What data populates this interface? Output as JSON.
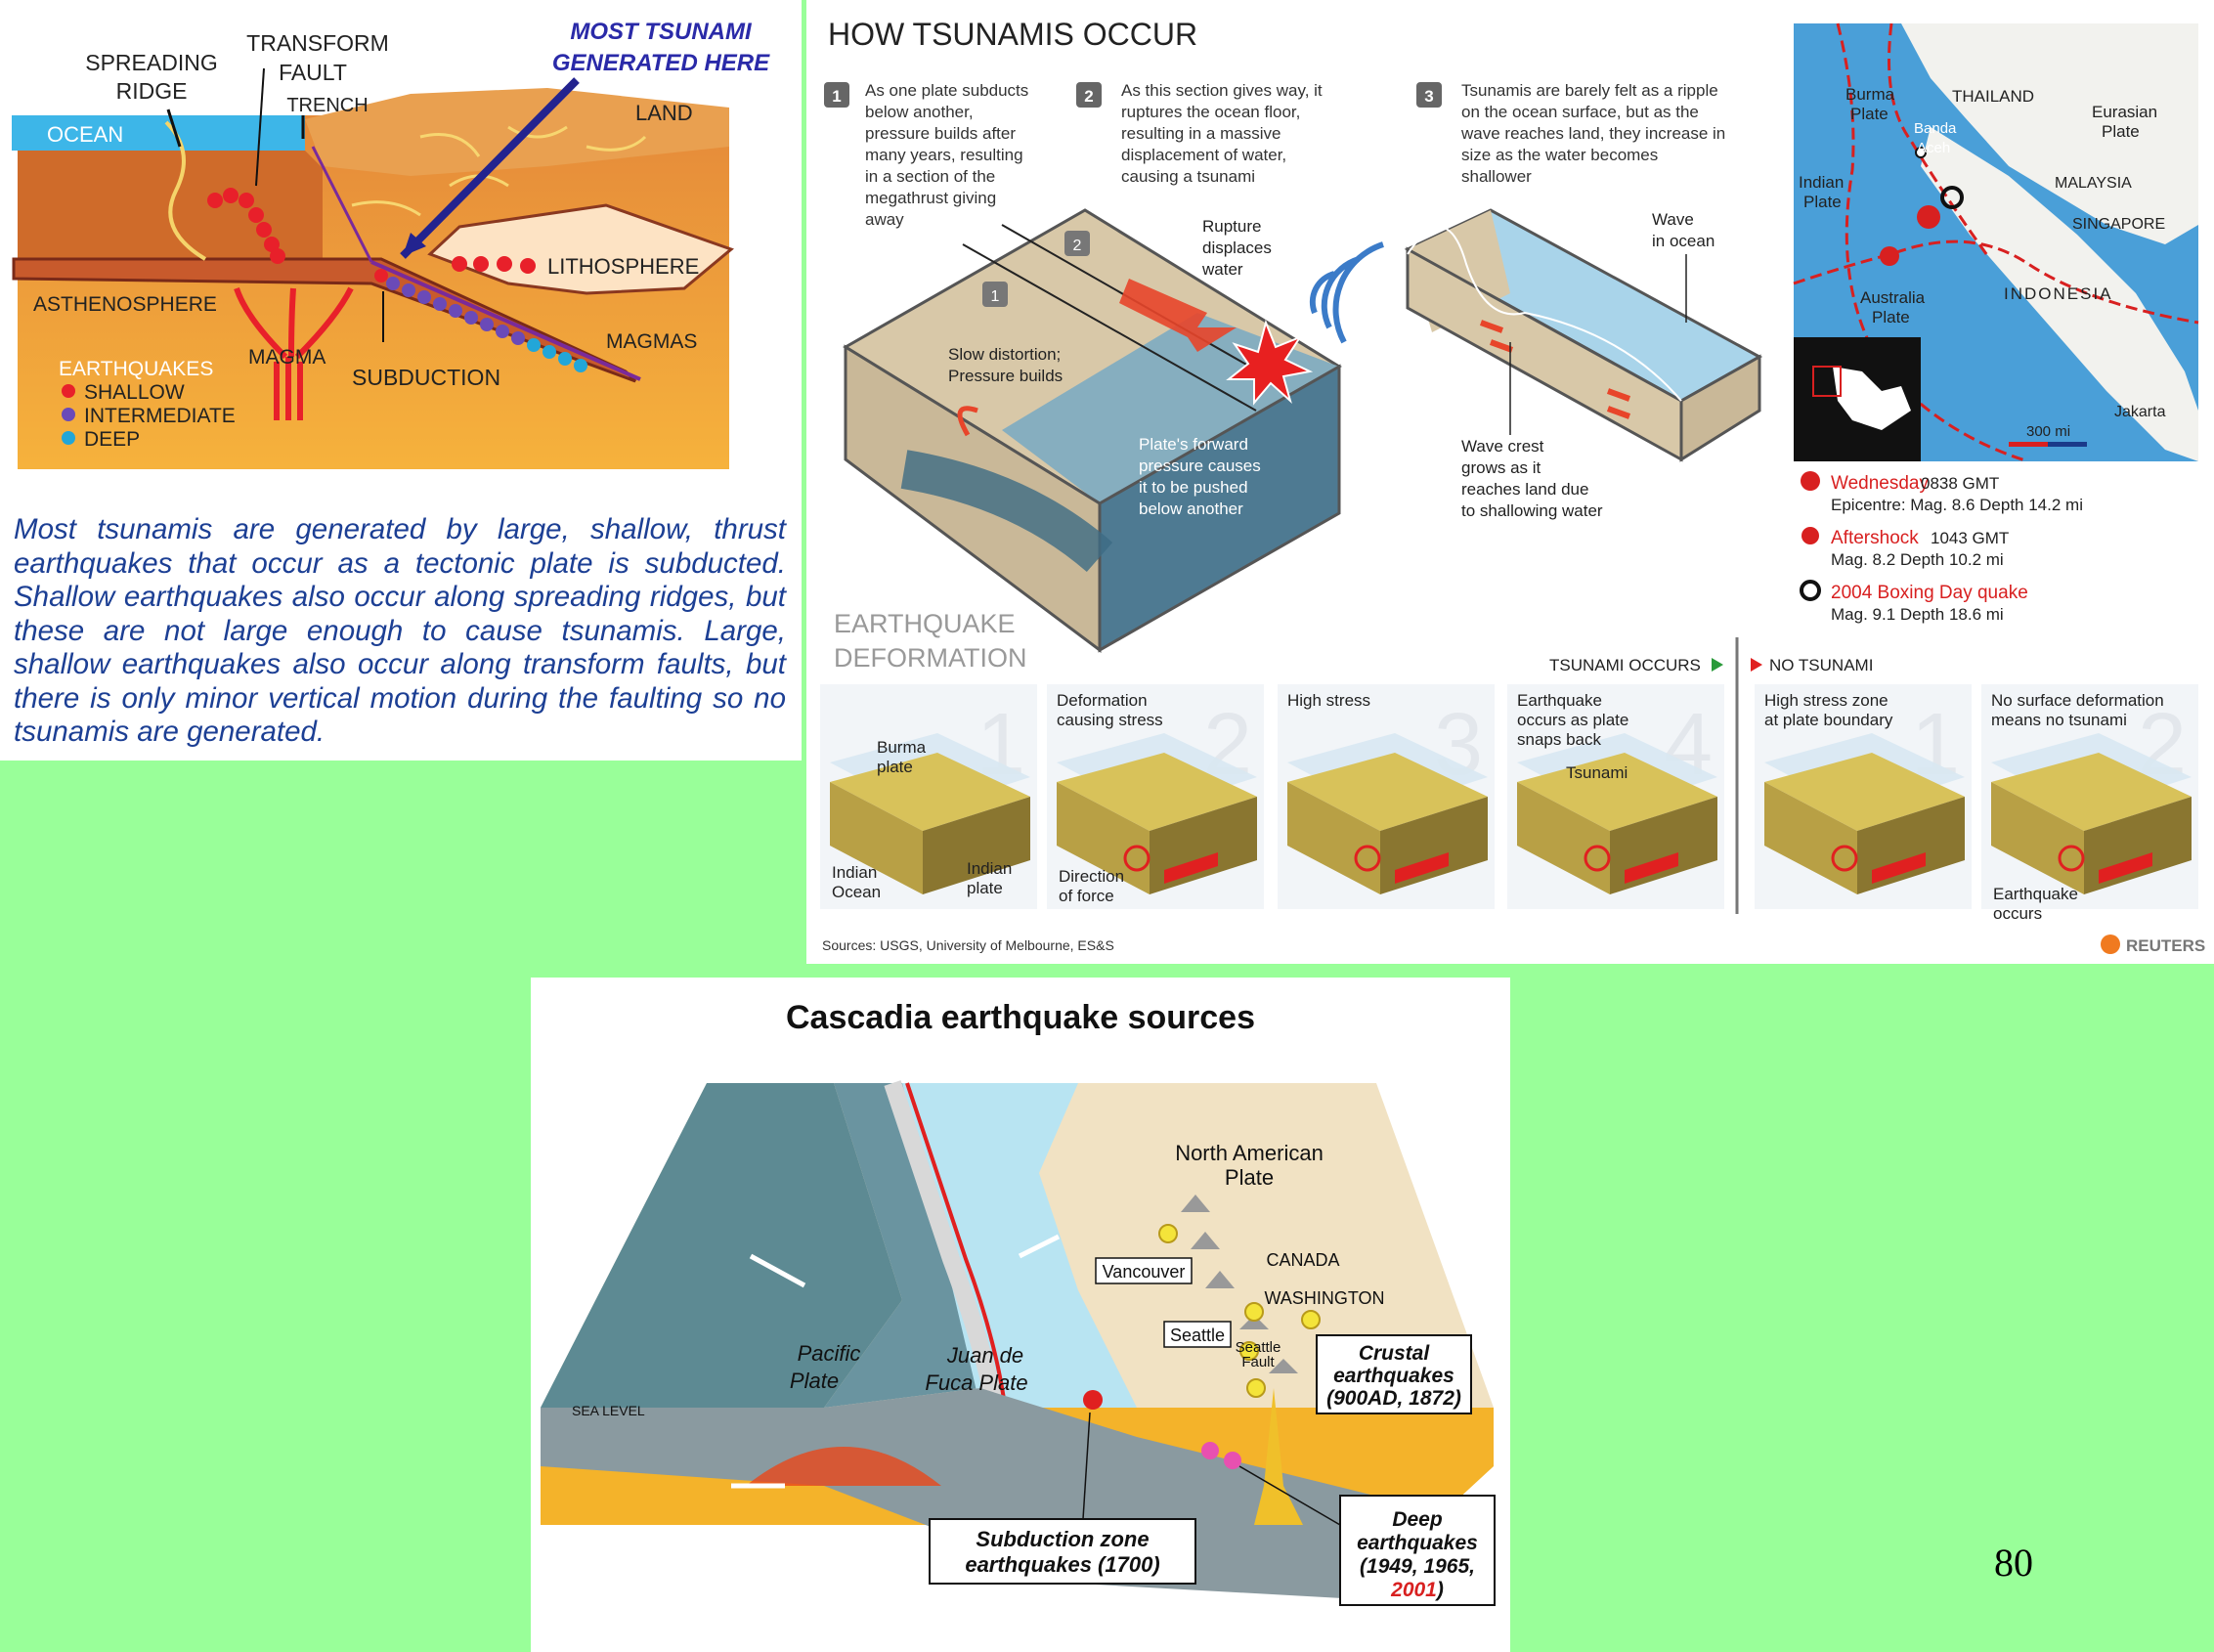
{
  "left_diagram": {
    "labels": {
      "spreading_ridge_1": "SPREADING",
      "spreading_ridge_2": "RIDGE",
      "transform_fault_1": "TRANSFORM",
      "transform_fault_2": "FAULT",
      "trench": "TRENCH",
      "most_tsunami_1": "MOST TSUNAMI",
      "most_tsunami_2": "GENERATED HERE",
      "ocean": "OCEAN",
      "land": "LAND",
      "lithosphere": "LITHOSPHERE",
      "asthenosphere": "ASTHENOSPHERE",
      "magma": "MAGMA",
      "magmas": "MAGMAS",
      "subduction": "SUBDUCTION",
      "earthquakes": "EARTHQUAKES",
      "shallow": "SHALLOW",
      "intermediate": "INTERMEDIATE",
      "deep": "DEEP"
    },
    "colors": {
      "shallow": "#e8202a",
      "intermediate": "#6a4ab8",
      "deep": "#22a6d8",
      "ocean": "#3db6e8"
    },
    "caption": "Most tsunamis are generated by large, shallow, thrust earthquakes that occur as a tectonic plate is subducted. Shallow earthquakes also occur along spreading ridges, but these are not large enough to cause tsunamis.  Large, shallow earthquakes also occur along transform faults, but there is only minor vertical motion during the faulting so no tsunamis are generated."
  },
  "tsunami_infographic": {
    "title": "HOW TSUNAMIS OCCUR",
    "steps": [
      {
        "num": "1",
        "lines": [
          "As one plate subducts",
          "below another,",
          "pressure builds after",
          "many years, resulting",
          "in a section of the",
          "megathrust giving",
          "away"
        ]
      },
      {
        "num": "2",
        "lines": [
          "As this section gives way, it",
          "ruptures the ocean floor,",
          "resulting in a massive",
          "displacement of water,",
          "causing a tsunami"
        ]
      },
      {
        "num": "3",
        "lines": [
          "Tsunamis are barely felt as a ripple",
          "on the ocean surface, but as the",
          "wave reaches land, they increase in",
          "size as the water becomes",
          "shallower"
        ]
      }
    ],
    "block_labels": {
      "slow_distortion_1": "Slow distortion;",
      "slow_distortion_2": "Pressure builds",
      "rupture_1": "Rupture",
      "rupture_2": "displaces",
      "rupture_3": "water",
      "forward_1": "Plate's forward",
      "forward_2": "pressure causes",
      "forward_3": "it to be pushed",
      "forward_4": "below another",
      "wave_ocean_1": "Wave",
      "wave_ocean_2": "in ocean",
      "wave_crest_1": "Wave crest",
      "wave_crest_2": "grows as it",
      "wave_crest_3": "reaches land due",
      "wave_crest_4": "to shallowing water"
    },
    "map": {
      "labels": {
        "burma": "Burma",
        "plate": "Plate",
        "thailand": "THAILAND",
        "banda": "Banda",
        "aceh": "Aceh",
        "eurasian": "Eurasian",
        "indian": "Indian",
        "malaysia": "MALAYSIA",
        "singapore": "SINGAPORE",
        "australia": "Australia",
        "indonesia": "INDONESIA",
        "jakarta": "Jakarta",
        "scale": "300 mi"
      }
    },
    "legend": [
      {
        "title": "Wednesday",
        "time": "0838 GMT",
        "detail": "Epicentre: Mag. 8.6  Depth 14.2 mi"
      },
      {
        "title": "Aftershock",
        "time": "1043 GMT",
        "detail": "Mag. 8.2  Depth 10.2 mi"
      },
      {
        "title": "2004 Boxing Day quake",
        "time": "",
        "detail": "Mag. 9.1  Depth 18.6 mi"
      }
    ],
    "deformation_title_1": "EARTHQUAKE",
    "deformation_title_2": "DEFORMATION",
    "tsunami_occurs": "TSUNAMI OCCURS",
    "no_tsunami": "NO TSUNAMI",
    "panels": [
      {
        "big": "1",
        "caption_lines": [],
        "labels": [
          "Burma",
          "plate",
          "Indian",
          "Ocean",
          "Indian",
          "plate"
        ]
      },
      {
        "big": "2",
        "caption_lines": [
          "Deformation",
          "causing stress"
        ],
        "labels": [
          "Direction",
          "of force"
        ]
      },
      {
        "big": "3",
        "caption_lines": [
          "High stress"
        ],
        "labels": []
      },
      {
        "big": "4",
        "caption_lines": [
          "Earthquake",
          "occurs as plate",
          "snaps back"
        ],
        "labels": [
          "Tsunami"
        ]
      },
      {
        "big": "1",
        "caption_lines": [
          "High stress zone",
          "at plate boundary"
        ],
        "labels": []
      },
      {
        "big": "2",
        "caption_lines": [
          "No surface deformation",
          "means no tsunami"
        ],
        "labels": [
          "Earthquake",
          "occurs"
        ]
      }
    ],
    "sources": "Sources: USGS, University of Melbourne, ES&S",
    "credit": "REUTERS",
    "colors": {
      "red": "#e02020",
      "green": "#2a9a3a",
      "slab": "#d8c25a",
      "water": "#a9d4ea"
    }
  },
  "cascadia": {
    "title": "Cascadia earthquake sources",
    "labels": {
      "north_american_1": "North American",
      "north_american_2": "Plate",
      "canada": "CANADA",
      "washington": "WASHINGTON",
      "vancouver": "Vancouver",
      "seattle": "Seattle",
      "seattle_fault_1": "Seattle",
      "seattle_fault_2": "Fault",
      "pacific_1": "Pacific",
      "pacific_2": "Plate",
      "juan_1": "Juan de",
      "juan_2": "Fuca Plate",
      "sea_level": "SEA LEVEL"
    },
    "callouts": {
      "crustal_1": "Crustal",
      "crustal_2": "earthquakes",
      "crustal_3": "(900AD, 1872)",
      "subduction_1": "Subduction zone",
      "subduction_2": "earthquakes (1700)",
      "deep_1": "Deep",
      "deep_2": "earthquakes",
      "deep_3": "(1949, 1965,",
      "deep_4": "2001",
      "deep_5": ")"
    }
  },
  "page_number": "80"
}
